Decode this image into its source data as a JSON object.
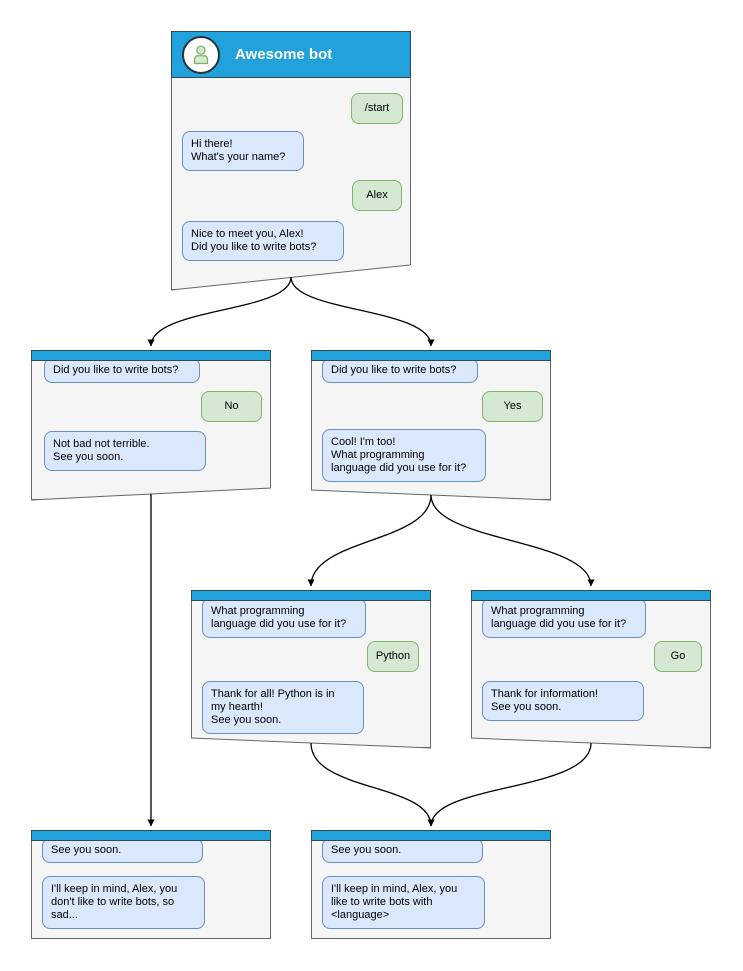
{
  "palette": {
    "header_blue": "#22a2dc",
    "node_fill": "#f5f5f5",
    "node_border": "#666666",
    "bot_bubble_fill": "#dae8fc",
    "bot_bubble_border": "#6c8ebf",
    "user_bubble_fill": "#d5e8d4",
    "user_bubble_border": "#82b366",
    "connector": "#000000"
  },
  "icons": {
    "avatar": "person-icon"
  },
  "nodes": {
    "main": {
      "title": "Awesome bot",
      "messages": [
        {
          "role": "user",
          "text": "/start"
        },
        {
          "role": "bot",
          "text": "Hi there!\nWhat's your name?"
        },
        {
          "role": "user",
          "text": "Alex"
        },
        {
          "role": "bot",
          "text": "Nice to meet you, Alex!\nDid you like to write bots?"
        }
      ]
    },
    "branch_no": {
      "messages": [
        {
          "role": "bot",
          "text": "Did you like to write bots?"
        },
        {
          "role": "user",
          "text": "No"
        },
        {
          "role": "bot",
          "text": "Not bad not terrible.\nSee you soon."
        }
      ]
    },
    "branch_yes": {
      "messages": [
        {
          "role": "bot",
          "text": "Did you like to write bots?"
        },
        {
          "role": "user",
          "text": "Yes"
        },
        {
          "role": "bot",
          "text": "Cool! I'm too!\nWhat programming\nlanguage did you use for it?"
        }
      ]
    },
    "python": {
      "messages": [
        {
          "role": "bot",
          "text": "What programming\nlanguage did you use for it?"
        },
        {
          "role": "user",
          "text": "Python"
        },
        {
          "role": "bot",
          "text": "Thank for all! Python is in\nmy hearth!\nSee you soon."
        }
      ]
    },
    "go": {
      "messages": [
        {
          "role": "bot",
          "text": "What programming\nlanguage did you use for it?"
        },
        {
          "role": "user",
          "text": "Go"
        },
        {
          "role": "bot",
          "text": "Thank for information!\nSee you soon."
        }
      ]
    },
    "end_no": {
      "messages": [
        {
          "role": "bot",
          "text": "See you soon."
        },
        {
          "role": "bot",
          "text": "I'll keep in mind, Alex, you\ndon't like to write bots, so\nsad..."
        }
      ]
    },
    "end_yes": {
      "messages": [
        {
          "role": "bot",
          "text": "See you soon."
        },
        {
          "role": "bot",
          "text": "I'll keep in mind, Alex, you\nlike to write bots with\n<language>"
        }
      ]
    }
  },
  "edges": [
    {
      "from": "awesome-bot",
      "to": "branch-no"
    },
    {
      "from": "awesome-bot",
      "to": "branch-yes"
    },
    {
      "from": "branch-no",
      "to": "end-no"
    },
    {
      "from": "branch-yes",
      "to": "lang-python"
    },
    {
      "from": "branch-yes",
      "to": "lang-go"
    },
    {
      "from": "lang-python",
      "to": "end-language"
    },
    {
      "from": "lang-go",
      "to": "end-language"
    }
  ]
}
